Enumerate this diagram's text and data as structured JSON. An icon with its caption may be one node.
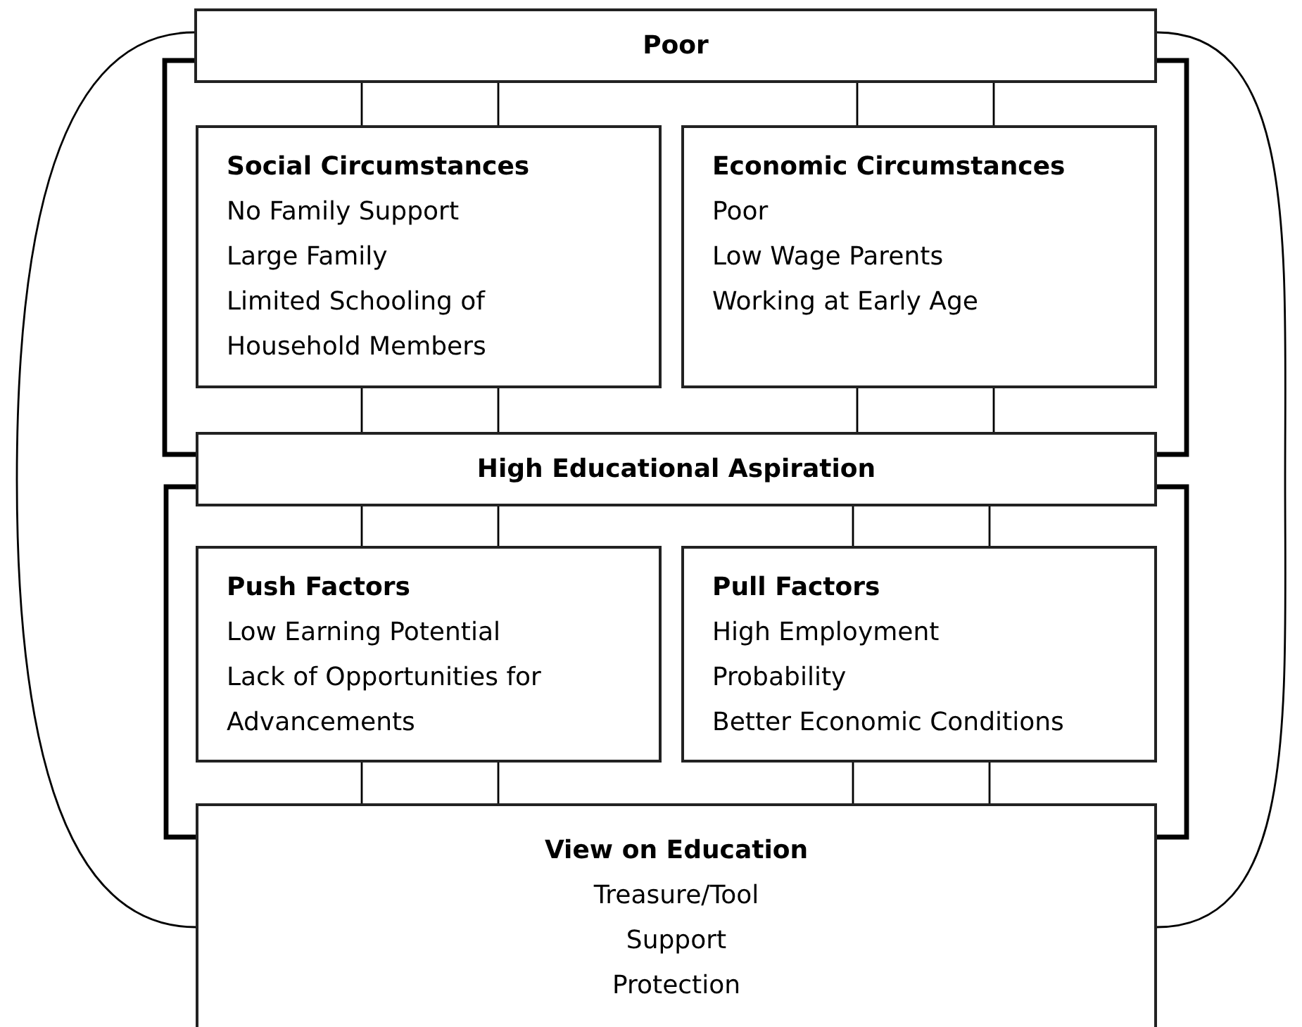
{
  "diagram": {
    "nodes": [
      {
        "text": [
          "Poor"
        ]
      },
      {
        "text": [
          "Social Circumstances",
          "No Family Support",
          "Large Family",
          "Limited Schooling of Household Members"
        ]
      },
      {
        "text": [
          "Economic Circumstances",
          "Poor",
          "Low Wage Parents",
          "Working at Early Age"
        ]
      },
      {
        "text": [
          "High Educational Aspiration"
        ]
      },
      {
        "text": [
          "Push Factors",
          "Low Earning Potential",
          "Lack of Opportunities for Advancements"
        ]
      },
      {
        "text": [
          "Pull Factors",
          "High Employment Probability",
          "Better Economic Conditions"
        ]
      },
      {
        "text": [
          "View on Education",
          "Treasure/Tool",
          "Support",
          "Protection"
        ]
      }
    ],
    "edges": [
      {
        "from": 0,
        "to": 1,
        "arrow": "none"
      },
      {
        "from": 0,
        "to": 1,
        "arrow": "none"
      },
      {
        "from": 0,
        "to": 2,
        "arrow": "none"
      },
      {
        "from": 0,
        "to": 2,
        "arrow": "none"
      },
      {
        "from": 1,
        "to": 3,
        "arrow": "none"
      },
      {
        "from": 1,
        "to": 3,
        "arrow": "none"
      },
      {
        "from": 2,
        "to": 3,
        "arrow": "none"
      },
      {
        "from": 2,
        "to": 3,
        "arrow": "none"
      },
      {
        "from": 3,
        "to": 4,
        "arrow": "none"
      },
      {
        "from": 3,
        "to": 4,
        "arrow": "none"
      },
      {
        "from": 3,
        "to": 5,
        "arrow": "none"
      },
      {
        "from": 3,
        "to": 5,
        "arrow": "none"
      },
      {
        "from": 4,
        "to": 6,
        "arrow": "none"
      },
      {
        "from": 4,
        "to": 6,
        "arrow": "none"
      },
      {
        "from": 5,
        "to": 6,
        "arrow": "none"
      },
      {
        "from": 5,
        "to": 6,
        "arrow": "none"
      },
      {
        "from": 0,
        "to": 3,
        "arrow": "none",
        "style": "thick"
      },
      {
        "from": 0,
        "to": 3,
        "arrow": "none",
        "style": "thick"
      },
      {
        "from": 3,
        "to": 6,
        "arrow": "none",
        "style": "thick"
      },
      {
        "from": 3,
        "to": 6,
        "arrow": "none",
        "style": "thick"
      },
      {
        "from": 0,
        "to": 6,
        "arrow": "none"
      },
      {
        "from": 0,
        "to": 6,
        "arrow": "none"
      }
    ]
  }
}
